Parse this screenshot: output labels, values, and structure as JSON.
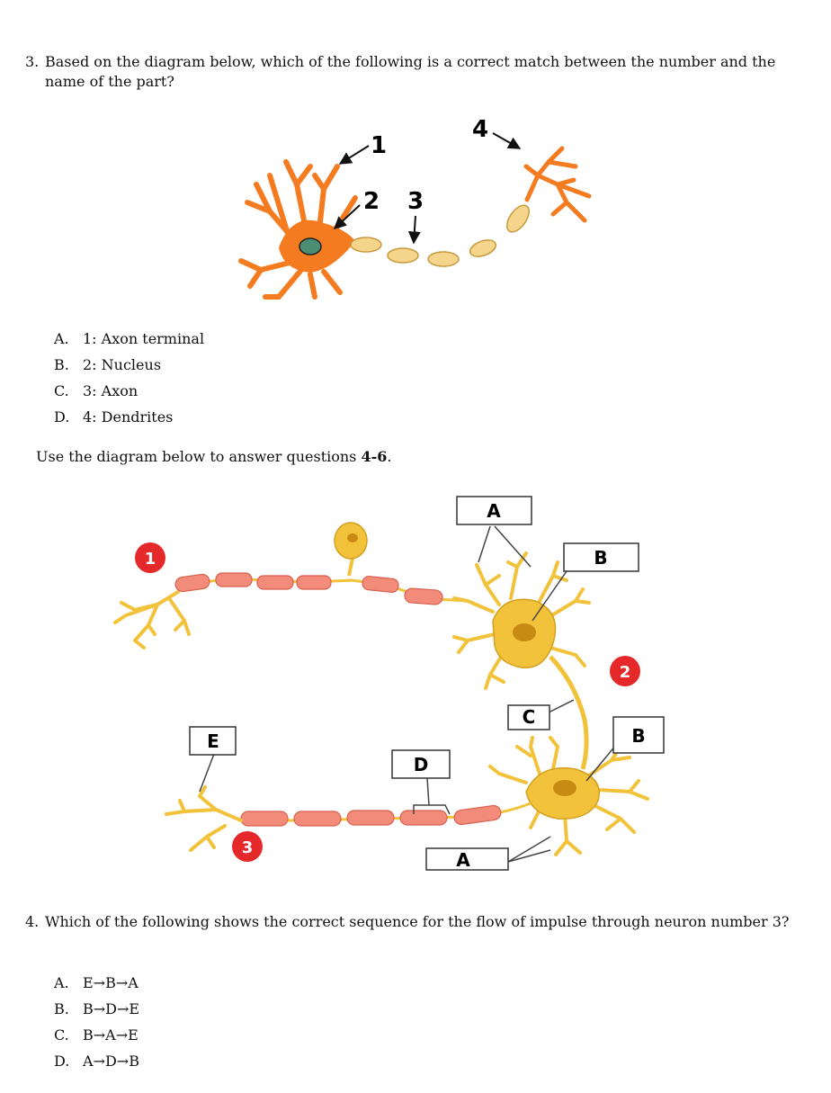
{
  "q3": {
    "number": "3.",
    "text": "Based on the diagram below, which of the following is a correct match between the number and the name of the part?",
    "diagram_labels": [
      "1",
      "2",
      "3",
      "4"
    ],
    "options": [
      {
        "letter": "A.",
        "text": "1: Axon terminal"
      },
      {
        "letter": "B.",
        "text": "2: Nucleus"
      },
      {
        "letter": "C.",
        "text": "3: Axon"
      },
      {
        "letter": "D.",
        "text": "4: Dendrites"
      }
    ]
  },
  "instruction": {
    "pre": "Use the diagram below to answer questions ",
    "bold": "4-6",
    "post": "."
  },
  "diagram2": {
    "box_labels": {
      "a_top": "A",
      "b_top": "B",
      "c": "C",
      "b_mid": "B",
      "e": "E",
      "d": "D",
      "a_bottom": "A"
    },
    "neuron_numbers": [
      "1",
      "2",
      "3"
    ],
    "colors": {
      "cell": "#f2c23a",
      "myelin": "#f28b7a",
      "badge": "#e5282a",
      "neuron1": "#f47b20",
      "nucleus1": "#4b8e74"
    }
  },
  "q4": {
    "number": "4.",
    "text": "Which of the following shows the correct sequence for the flow of impulse through neuron number 3?",
    "options": [
      {
        "letter": "A.",
        "text": "E→B→A"
      },
      {
        "letter": "B.",
        "text": "B→D→E"
      },
      {
        "letter": "C.",
        "text": "B→A→E"
      },
      {
        "letter": "D.",
        "text": "A→D→B"
      }
    ]
  }
}
